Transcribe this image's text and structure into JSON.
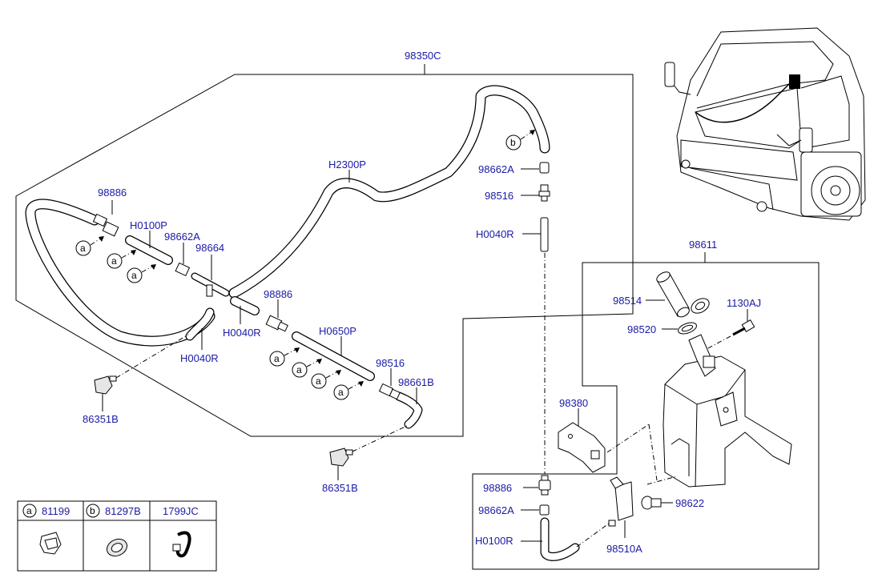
{
  "labels": {
    "assy_98350C": "98350C",
    "hose_98886_left": "98886",
    "hose_H0100P": "H0100P",
    "part_98662A_mid": "98662A",
    "part_98664": "98664",
    "hose_H2300P": "H2300P",
    "part_98886_mid": "98886",
    "hose_H0040R_mid": "H0040R",
    "hose_H0040R_left": "H0040R",
    "hose_H0650P": "H0650P",
    "part_98516_mid": "98516",
    "part_98661B": "98661B",
    "part_86351B_left": "86351B",
    "part_86351B_mid": "86351B",
    "part_98662A_top": "98662A",
    "part_98516_top": "98516",
    "hose_H0040R_top": "H0040R",
    "assy_98611": "98611",
    "part_98514": "98514",
    "part_1130AJ": "1130AJ",
    "part_98520": "98520",
    "part_98380": "98380",
    "part_98886_bottom": "98886",
    "part_98662A_bottom": "98662A",
    "hose_H0100R_bottom": "H0100R",
    "part_98622": "98622",
    "part_98510A": "98510A"
  },
  "callouts": {
    "a": "a",
    "b": "b"
  },
  "legend": [
    {
      "letter": "a",
      "code": "81199"
    },
    {
      "letter": "b",
      "code": "81297B"
    },
    {
      "letter": "",
      "code": "1799JC"
    }
  ],
  "colors": {
    "label_blue": "#1a1aa6",
    "line": "#000000"
  }
}
